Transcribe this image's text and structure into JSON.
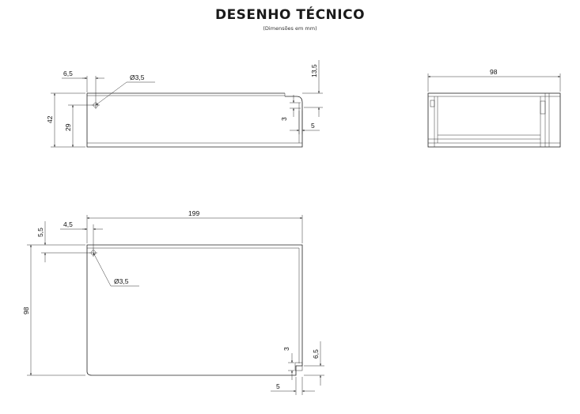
{
  "header": {
    "title": "DESENHO TÉCNICO",
    "subtitle": "(Dimensões em mm)"
  },
  "side_view": {
    "dim_hole_offset": "6,5",
    "dim_hole_diameter": "Ø3,5",
    "dim_height_total": "42",
    "dim_hole_height": "29",
    "dim_flange_height": "13,5",
    "dim_fold": "3",
    "dim_fold_width": "5"
  },
  "end_view": {
    "dim_width": "98"
  },
  "top_view": {
    "dim_length": "199",
    "dim_hole_x": "4,5",
    "dim_hole_y": "5,5",
    "dim_hole_diameter": "Ø3,5",
    "dim_width": "98",
    "dim_fold": "3",
    "dim_fold_width": "5",
    "dim_fold_height": "6,5"
  }
}
